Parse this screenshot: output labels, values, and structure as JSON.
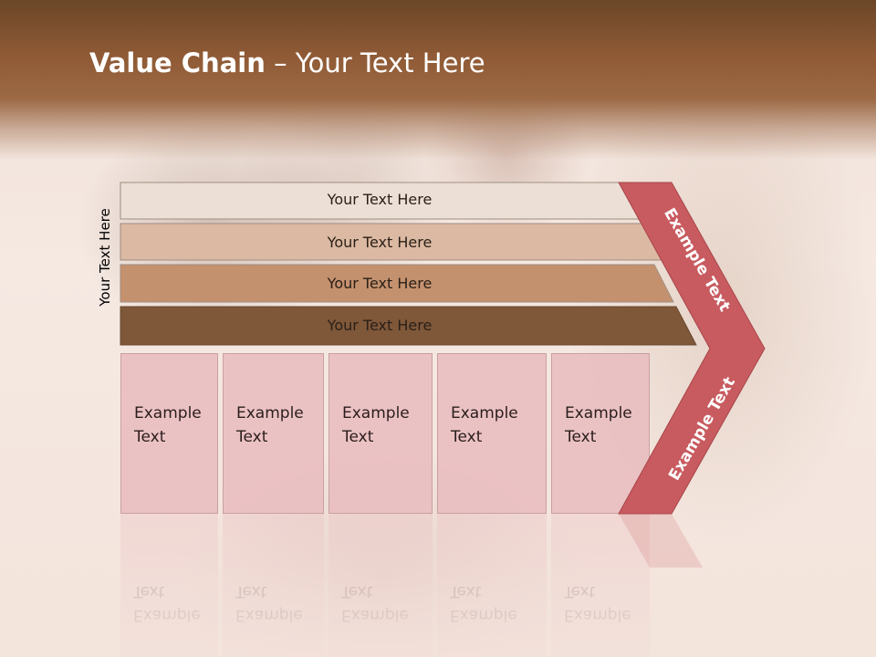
{
  "slide": {
    "title_bold": "Value Chain",
    "title_rest": " – Your Text Here",
    "side_label": "Your Text Here",
    "bars": [
      {
        "label": "Your Text Here",
        "fill": "#ece0d6"
      },
      {
        "label": "Your Text Here",
        "fill": "#dcb9a2"
      },
      {
        "label": "Your Text Here",
        "fill": "#c4916e"
      },
      {
        "label": "Your Text Here",
        "fill": "#7f5739"
      }
    ],
    "boxes": [
      {
        "line1": "Example",
        "line2": "Text"
      },
      {
        "line1": "Example",
        "line2": "Text"
      },
      {
        "line1": "Example",
        "line2": "Text"
      },
      {
        "line1": "Example",
        "line2": "Text"
      },
      {
        "line1": "Example",
        "line2": "Text"
      }
    ],
    "chevron_top_label": "Example Text",
    "chevron_bottom_label": "Example Text",
    "colors": {
      "header": "#8f5a35",
      "chevron": "#c85b60",
      "box": "#eabec1"
    }
  }
}
